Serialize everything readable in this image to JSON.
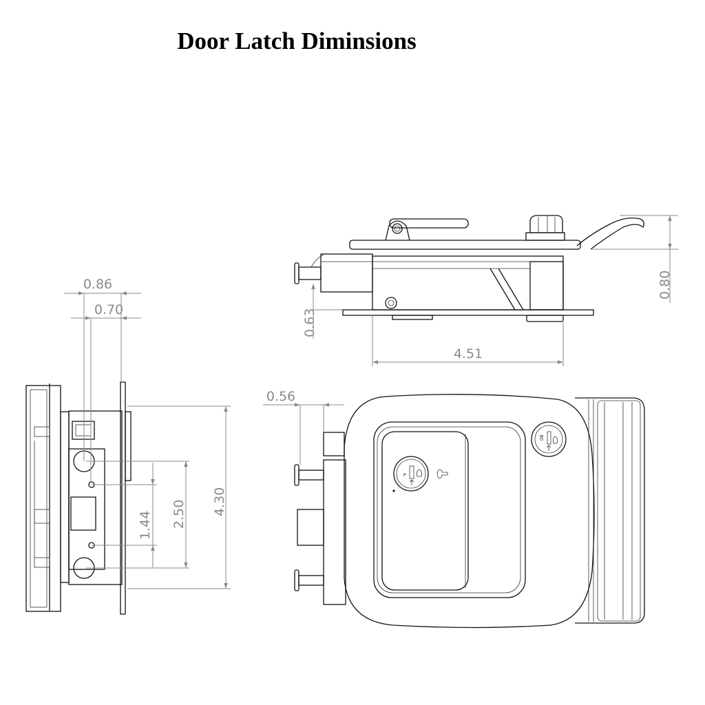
{
  "title": "Door Latch Diminsions",
  "top_view": {
    "height_dim": "0.80",
    "bolt_height_dim": "0.63",
    "width_dim": "4.51"
  },
  "side_view": {
    "depth_dim_outer": "0.86",
    "depth_dim_inner": "0.70",
    "height_dim": "4.30",
    "hole_spacing_large": "2.50",
    "hole_spacing_small": "1.44"
  },
  "front_view": {
    "bolt_projection_dim": "0.56"
  },
  "colors": {
    "line": "#111111",
    "dimension": "#8a8a8a"
  }
}
